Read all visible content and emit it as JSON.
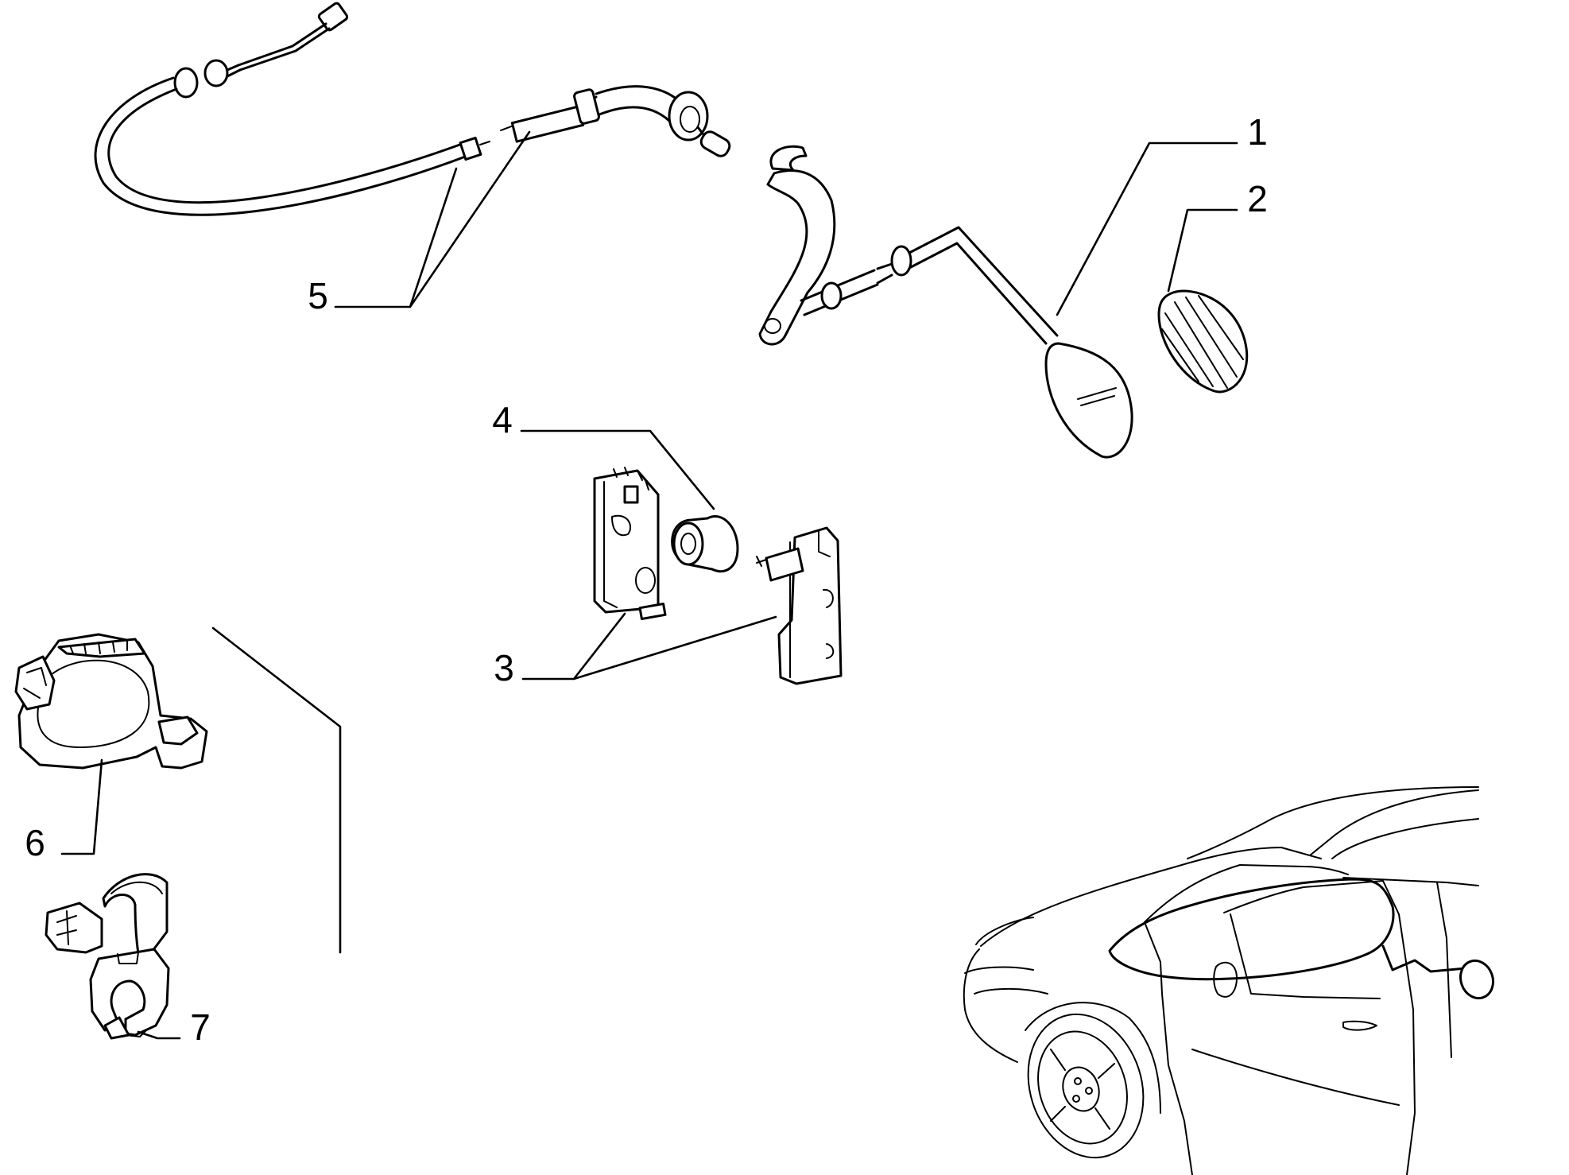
{
  "callouts": [
    {
      "id": "1",
      "label": "1"
    },
    {
      "id": "2",
      "label": "2"
    },
    {
      "id": "3",
      "label": "3"
    },
    {
      "id": "4",
      "label": "4"
    },
    {
      "id": "5",
      "label": "5"
    },
    {
      "id": "6",
      "label": "6"
    },
    {
      "id": "7",
      "label": "7"
    }
  ],
  "colors": {
    "ink": "#000000",
    "paper": "#ffffff"
  }
}
